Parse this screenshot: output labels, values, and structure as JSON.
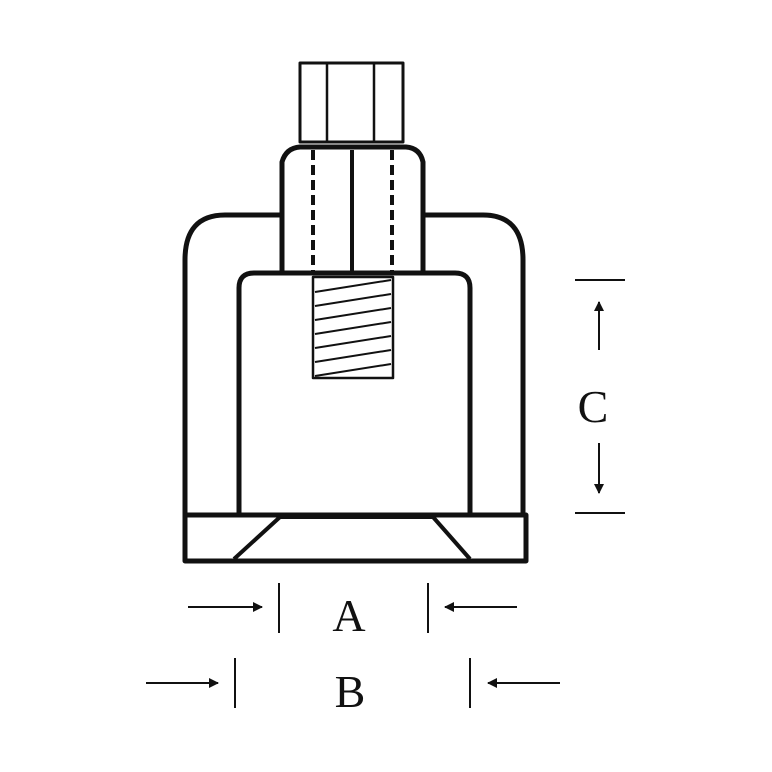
{
  "labels": {
    "a": "A",
    "b": "B",
    "c": "C"
  },
  "colors": {
    "line": "#111111",
    "background": "#ffffff"
  }
}
